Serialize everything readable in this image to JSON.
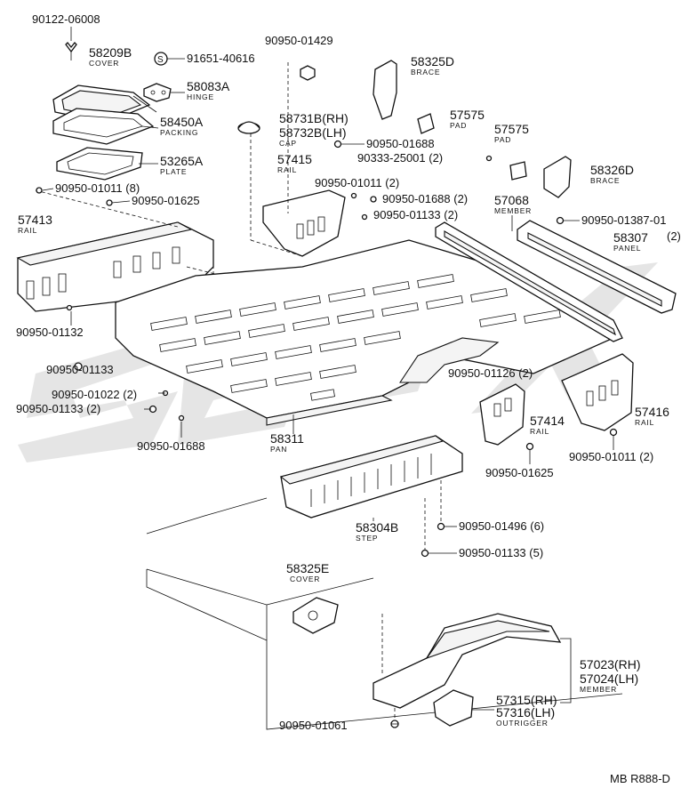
{
  "diagram": {
    "labels": [
      {
        "id": "p1",
        "num": "90122-06008",
        "name": ""
      },
      {
        "id": "p2",
        "num": "58209B",
        "name": "COVER"
      },
      {
        "id": "p3",
        "num": "91651-40616",
        "name": ""
      },
      {
        "id": "p4",
        "num": "58083A",
        "name": "HINGE"
      },
      {
        "id": "p5",
        "num": "58450A",
        "name": "PACKING"
      },
      {
        "id": "p6",
        "num": "53265A",
        "name": "PLATE"
      },
      {
        "id": "p7",
        "num": "90950-01011 (8)",
        "name": ""
      },
      {
        "id": "p8",
        "num": "90950-01625",
        "name": ""
      },
      {
        "id": "p9",
        "num": "57413",
        "name": "RAIL"
      },
      {
        "id": "p10",
        "num": "90950-01429",
        "name": ""
      },
      {
        "id": "p11",
        "num": "58731B(RH)",
        "name": ""
      },
      {
        "id": "p12",
        "num": "58732B(LH)",
        "name": "CAP"
      },
      {
        "id": "p13",
        "num": "57415",
        "name": "RAIL"
      },
      {
        "id": "p14",
        "num": "90950-01688",
        "name": ""
      },
      {
        "id": "p15",
        "num": "58325D",
        "name": "BRACE"
      },
      {
        "id": "p16",
        "num": "57575",
        "name": "PAD"
      },
      {
        "id": "p17",
        "num": "57575",
        "name": "PAD"
      },
      {
        "id": "p18",
        "num": "90333-25001 (2)",
        "name": ""
      },
      {
        "id": "p19",
        "num": "58326D",
        "name": "BRACE"
      },
      {
        "id": "p20",
        "num": "90950-01011 (2)",
        "name": ""
      },
      {
        "id": "p21",
        "num": "90950-01688 (2)",
        "name": ""
      },
      {
        "id": "p22",
        "num": "57068",
        "name": "MEMBER"
      },
      {
        "id": "p23",
        "num": "90950-01133 (2)",
        "name": ""
      },
      {
        "id": "p24",
        "num": "90950-01387-01",
        "name": ""
      },
      {
        "id": "p25",
        "num": "58307",
        "name": "PANEL"
      },
      {
        "id": "p25b",
        "num": "(2)",
        "name": ""
      },
      {
        "id": "p26",
        "num": "90950-01132",
        "name": ""
      },
      {
        "id": "p27",
        "num": "90950-01133",
        "name": ""
      },
      {
        "id": "p28",
        "num": "90950-01022 (2)",
        "name": ""
      },
      {
        "id": "p29",
        "num": "90950-01133 (2)",
        "name": ""
      },
      {
        "id": "p30",
        "num": "90950-01688",
        "name": ""
      },
      {
        "id": "p31",
        "num": "58311",
        "name": "PAN"
      },
      {
        "id": "p32",
        "num": "90950-01126 (2)",
        "name": ""
      },
      {
        "id": "p33",
        "num": "57414",
        "name": "RAIL"
      },
      {
        "id": "p34",
        "num": "57416",
        "name": "RAIL"
      },
      {
        "id": "p35",
        "num": "90950-01011 (2)",
        "name": ""
      },
      {
        "id": "p36",
        "num": "90950-01625",
        "name": ""
      },
      {
        "id": "p37",
        "num": "58304B",
        "name": "STEP"
      },
      {
        "id": "p38",
        "num": "90950-01496 (6)",
        "name": ""
      },
      {
        "id": "p39",
        "num": "90950-01133 (5)",
        "name": ""
      },
      {
        "id": "p40",
        "num": "58325E",
        "name": "COVER"
      },
      {
        "id": "p41",
        "num": "57023(RH)",
        "name": ""
      },
      {
        "id": "p42",
        "num": "57024(LH)",
        "name": "MEMBER"
      },
      {
        "id": "p43",
        "num": "57315(RH)",
        "name": ""
      },
      {
        "id": "p44",
        "num": "57316(LH)",
        "name": "OUTRIGGER"
      },
      {
        "id": "p45",
        "num": "90950-01061",
        "name": ""
      }
    ],
    "code": "MB R888-D",
    "bolt_symbol": "S"
  }
}
